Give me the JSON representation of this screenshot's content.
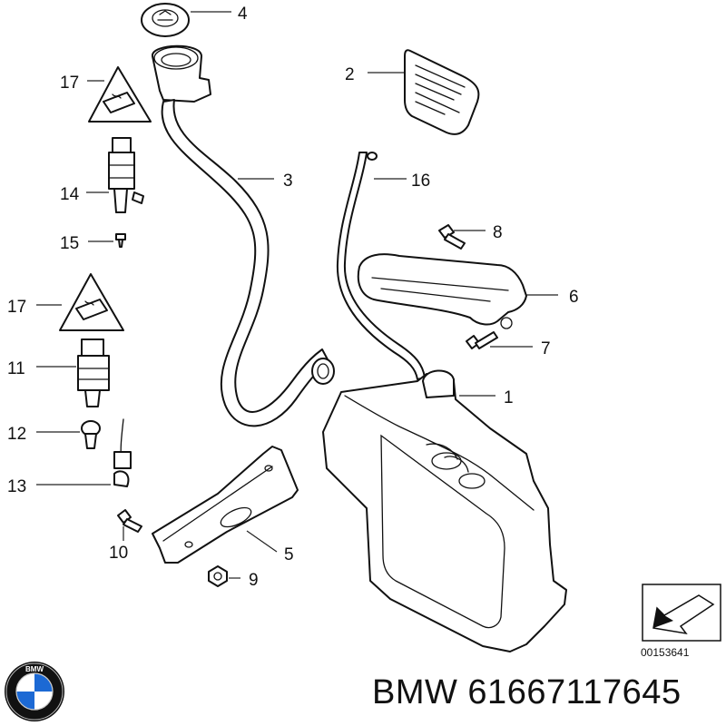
{
  "callouts": {
    "c1": "1",
    "c2": "2",
    "c3": "3",
    "c4": "4",
    "c5": "5",
    "c6": "6",
    "c7": "7",
    "c8": "8",
    "c9": "9",
    "c10": "10",
    "c11": "11",
    "c12": "12",
    "c13": "13",
    "c14": "14",
    "c15": "15",
    "c16": "16",
    "c17a": "17",
    "c17b": "17"
  },
  "reference_number": "00153641",
  "caption": "BMW 61667117645",
  "logo": {
    "icon": "bmw-roundel-icon",
    "text": "BMW",
    "colors": {
      "blue": "#1c69d4",
      "black": "#111111",
      "white": "#ffffff"
    }
  }
}
